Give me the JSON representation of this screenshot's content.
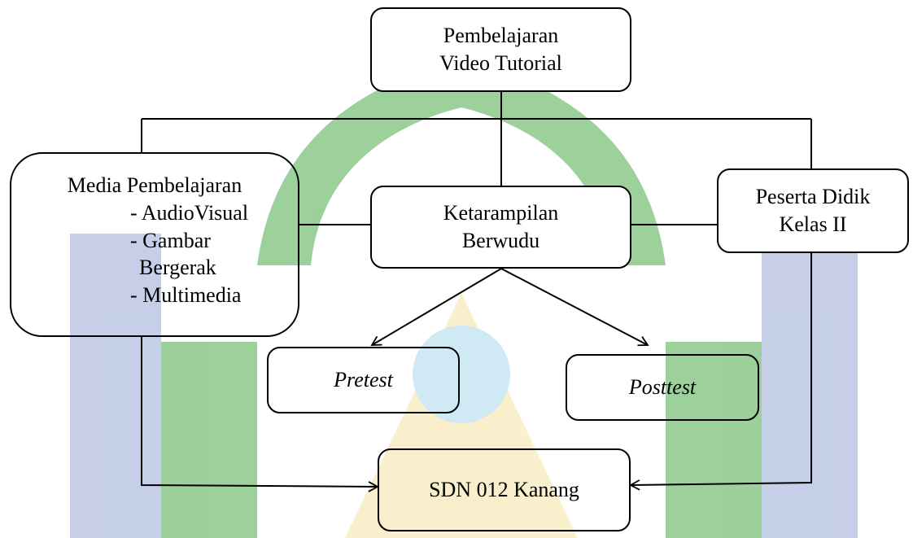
{
  "nodes": {
    "top": {
      "line1": "Pembelajaran",
      "line2": "Video Tutorial"
    },
    "center": {
      "line1": "Ketarampilan",
      "line2": "Berwudu"
    },
    "media": {
      "title": "Media Pembelajaran",
      "items": [
        "- AudioVisual",
        "- Gambar",
        "Bergerak",
        "- Multimedia"
      ]
    },
    "peserta": {
      "line1": "Peserta Didik",
      "line2": "Kelas II"
    },
    "pretest": {
      "label": "Pretest"
    },
    "posttest": {
      "label": "Posttest"
    },
    "sdn": {
      "label": "SDN 012 Kanang"
    }
  },
  "colors": {
    "watermark_green": "#4aab4a",
    "watermark_blue": "#99a8d6",
    "watermark_yellow": "#f5e3a5",
    "line": "#000000"
  }
}
